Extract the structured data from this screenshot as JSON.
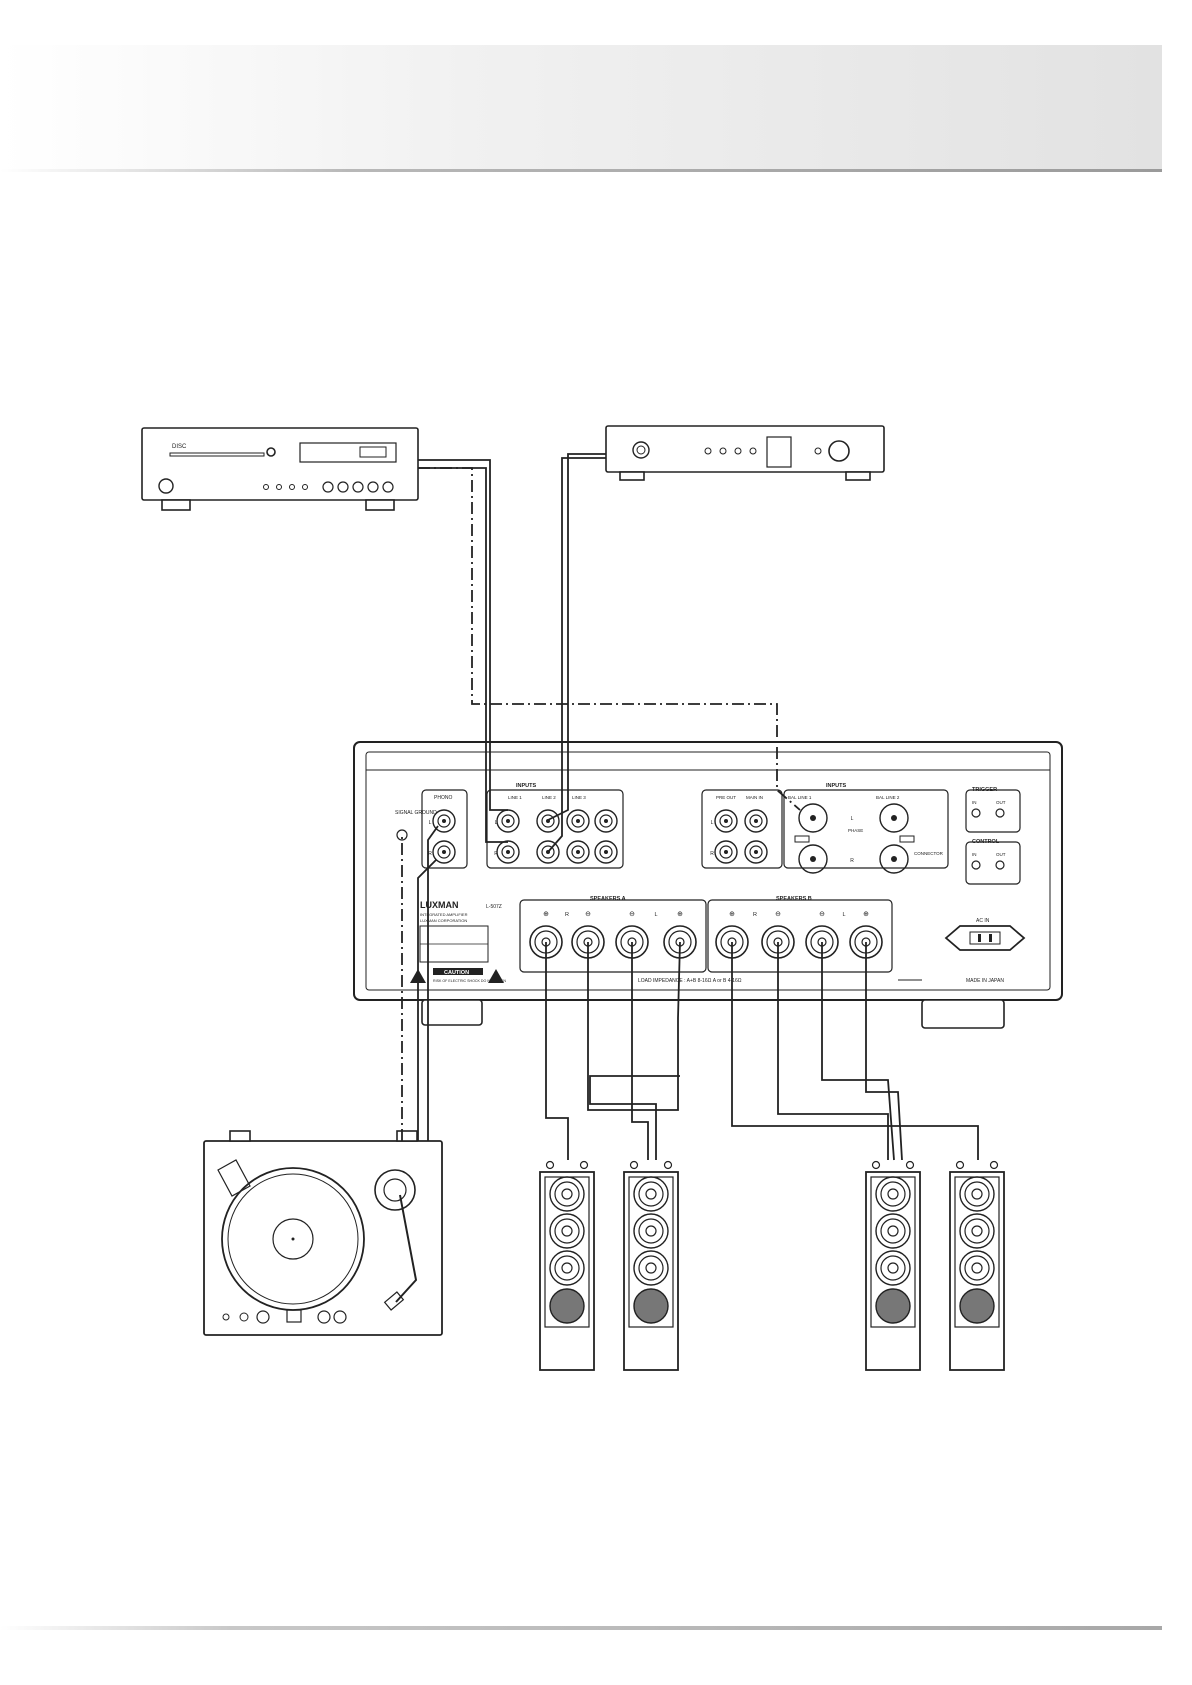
{
  "amplifier": {
    "brand": "LUXMAN",
    "model": "L-507Z",
    "product_type": "INTEGRATED AMPLIFIER",
    "corporation": "LUXMAN CORPORATION",
    "signal_ground_label": "SIGNAL GROUND",
    "phono_label": "PHONO",
    "inputs_label": "INPUTS",
    "line_labels": [
      "LINE 1",
      "LINE 2",
      "LINE 3"
    ],
    "pre_out_label": "PRE OUT",
    "main_in_label": "MAIN IN",
    "bal_line_labels": [
      "BAL LINE 1",
      "BAL LINE 2"
    ],
    "phase_label": "PHASE",
    "connector_label": "CONNECTOR",
    "trigger_label": "TRIGGER",
    "control_label": "CONTROL",
    "in_label": "IN",
    "out_label": "OUT",
    "speakers_a_label": "SPEAKERS A",
    "speakers_b_label": "SPEAKERS B",
    "ac_in_label": "AC IN",
    "made_in_label": "MADE IN JAPAN",
    "caution_title": "CAUTION",
    "caution_text": "RISK OF ELECTRIC SHOCK DO NOT OPEN",
    "load_impedance_label": "LOAD IMPEDANCE : A+B 8-16Ω A or B 4-16Ω"
  },
  "labels": {
    "left": "L",
    "right": "R",
    "plus": "⊕",
    "minus": "⊖"
  },
  "cd_player": {
    "logo": "DISC"
  },
  "speaker_count": 4,
  "colors": {
    "line": "#222222",
    "panel_fill": "#ffffff",
    "woofer": "#777777"
  }
}
